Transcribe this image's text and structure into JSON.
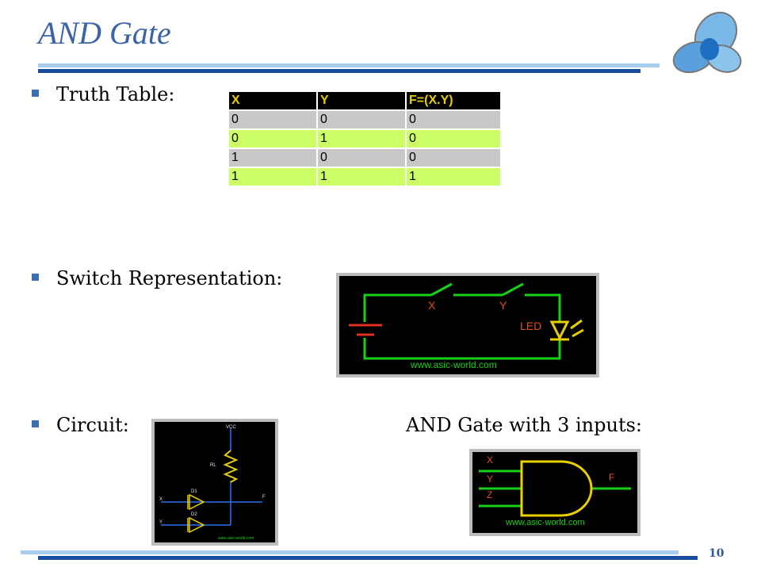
{
  "slide": {
    "title": "AND Gate",
    "page_number": "10"
  },
  "bullets": {
    "truth_table": "Truth Table:",
    "switch": "Switch Representation:",
    "circuit": "Circuit:",
    "three_input": "AND Gate with 3 inputs:"
  },
  "truth_table": {
    "headers": [
      "X",
      "Y",
      "F=(X.Y)"
    ],
    "rows": [
      [
        "0",
        "0",
        "0"
      ],
      [
        "0",
        "1",
        "0"
      ],
      [
        "1",
        "0",
        "0"
      ],
      [
        "1",
        "1",
        "1"
      ]
    ]
  },
  "switch_diagram": {
    "x_label": "X",
    "y_label": "Y",
    "led_label": "LED",
    "watermark": "www.asic-world.com"
  },
  "circuit_diagram": {
    "vcc": "VCC",
    "rl": "RL",
    "d1": "D1",
    "d2": "D2",
    "x": "X",
    "y": "Y",
    "f": "F",
    "watermark": "www.asic-world.com"
  },
  "gate3_diagram": {
    "x": "X",
    "y": "Y",
    "z": "Z",
    "f": "F",
    "watermark": "www.asic-world.com"
  },
  "colors": {
    "title": "#3a63a8",
    "wire": "#19d019",
    "accent": "#e8d000",
    "label": "#e05020"
  }
}
